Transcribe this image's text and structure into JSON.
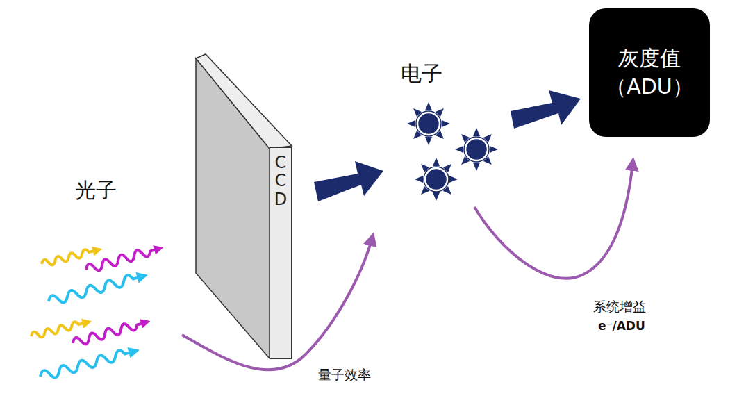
{
  "diagram": {
    "nodes": [
      {
        "text": [
          "CCD"
        ]
      },
      {
        "text": [
          "灰度值 （ADU）"
        ]
      }
    ],
    "labels": [
      "光子",
      "电子",
      "量子效率",
      "系统增益",
      "e⁻/ADU"
    ]
  }
}
